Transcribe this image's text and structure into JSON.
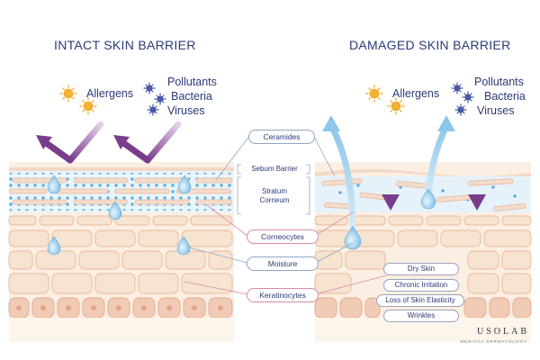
{
  "titles": {
    "intact": "INTACT SKIN BARRIER",
    "damaged": "DAMAGED SKIN BARRIER"
  },
  "threats": {
    "allergens": "Allergens",
    "pollutants": "Pollutants",
    "bacteria": "Bacteria",
    "viruses": "Viruses"
  },
  "center_labels": {
    "ceramides": "Ceramides",
    "sebum_barrier": "Sebum Barrier",
    "stratum_corneum_line1": "Stratum",
    "stratum_corneum_line2": "Corneum",
    "corneocytes": "Corneocytes",
    "moisture": "Moisture",
    "keratinocytes": "Keratinocytes"
  },
  "conditions": [
    "Dry Skin",
    "Chronic Irritation",
    "Loss of Skin Elasticity",
    "Wrinkles"
  ],
  "brand": {
    "name": "USOLAB",
    "tagline": "MEDICAL DERMATOLOGY"
  },
  "colors": {
    "title": "#2b3a78",
    "arrow_purple": "#7a3d8c",
    "arrow_blue": "#9ecbe8",
    "skin_cell": "#f6e3d0",
    "cell_border": "#e9b99a",
    "ceramide_dot": "#4aa7dc",
    "droplet": "#8cc6ea"
  }
}
